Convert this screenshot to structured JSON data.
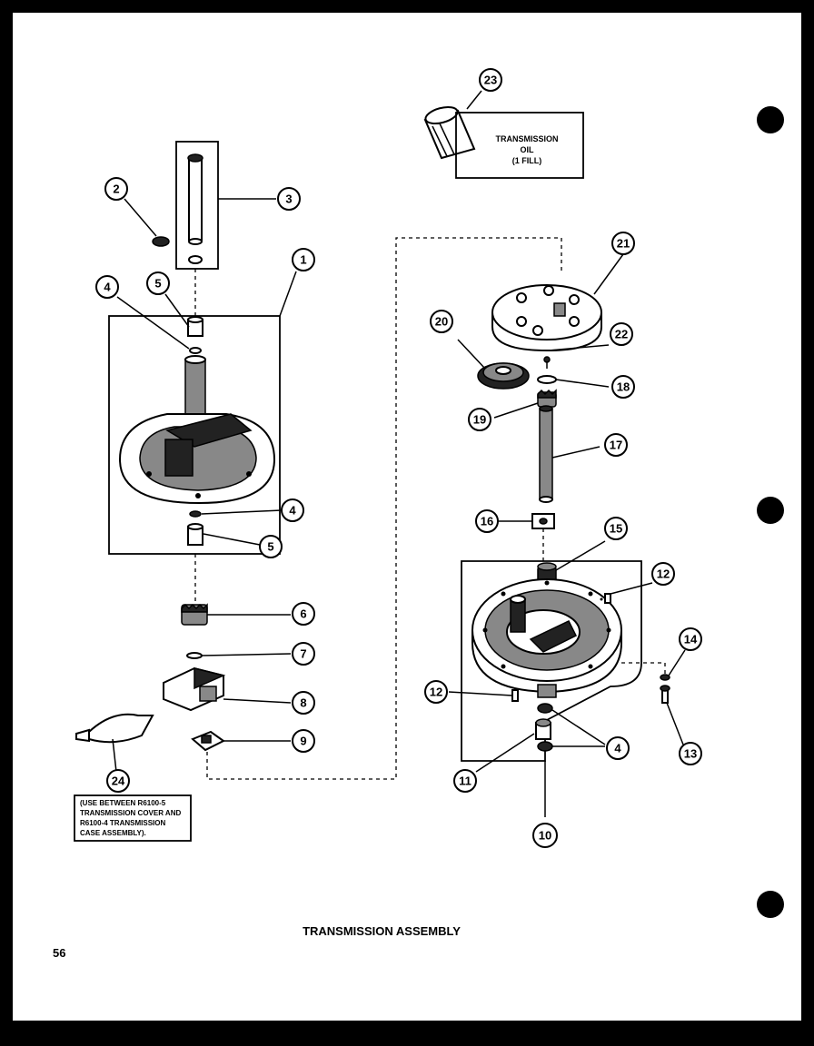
{
  "page": {
    "title": "TRANSMISSION ASSEMBLY",
    "page_number": "56"
  },
  "oil_label": {
    "line1": "TRANSMISSION",
    "line2": "OIL",
    "line3": "(1 FILL)"
  },
  "note": {
    "line1": "(USE BETWEEN R6100-5",
    "line2": "TRANSMISSION COVER AND",
    "line3": "R6100-4 TRANSMISSION",
    "line4": "CASE ASSEMBLY)."
  },
  "callouts": {
    "c1": "1",
    "c2": "2",
    "c3": "3",
    "c4a": "4",
    "c5a": "5",
    "c4b": "4",
    "c5b": "5",
    "c6": "6",
    "c7": "7",
    "c8": "8",
    "c9": "9",
    "c10": "10",
    "c11": "11",
    "c12a": "12",
    "c12b": "12",
    "c13": "13",
    "c14": "14",
    "c15": "15",
    "c16": "16",
    "c17": "17",
    "c18": "18",
    "c19": "19",
    "c20": "20",
    "c21": "21",
    "c22": "22",
    "c23": "23",
    "c24": "24",
    "c4c": "4"
  }
}
